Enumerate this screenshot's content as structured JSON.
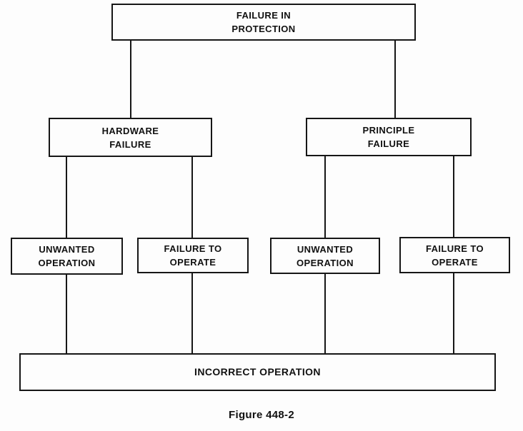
{
  "diagram": {
    "caption": "Figure 448-2",
    "nodes": {
      "failure_in_protection": {
        "line1": "FAILURE IN",
        "line2": "PROTECTION"
      },
      "hardware_failure": {
        "line1": "HARDWARE",
        "line2": "FAILURE"
      },
      "principle_failure": {
        "line1": "PRINCIPLE",
        "line2": "FAILURE"
      },
      "unwanted_operation_hw": {
        "line1": "UNWANTED",
        "line2": "OPERATION"
      },
      "failure_to_operate_hw": {
        "line1": "FAILURE TO",
        "line2": "OPERATE"
      },
      "unwanted_operation_pr": {
        "line1": "UNWANTED",
        "line2": "OPERATION"
      },
      "failure_to_operate_pr": {
        "line1": "FAILURE TO",
        "line2": "OPERATE"
      },
      "incorrect_operation": {
        "line1": "INCORRECT OPERATION"
      }
    },
    "edges": [
      {
        "from": "failure_in_protection",
        "to": "hardware_failure"
      },
      {
        "from": "failure_in_protection",
        "to": "principle_failure"
      },
      {
        "from": "hardware_failure",
        "to": "unwanted_operation_hw"
      },
      {
        "from": "hardware_failure",
        "to": "failure_to_operate_hw"
      },
      {
        "from": "principle_failure",
        "to": "unwanted_operation_pr"
      },
      {
        "from": "principle_failure",
        "to": "failure_to_operate_pr"
      },
      {
        "from": "unwanted_operation_hw",
        "to": "incorrect_operation"
      },
      {
        "from": "failure_to_operate_hw",
        "to": "incorrect_operation"
      },
      {
        "from": "unwanted_operation_pr",
        "to": "incorrect_operation"
      },
      {
        "from": "failure_to_operate_pr",
        "to": "incorrect_operation"
      }
    ],
    "colors": {
      "line": "#161616",
      "text": "#111111",
      "background": "#fdfdfd"
    }
  }
}
